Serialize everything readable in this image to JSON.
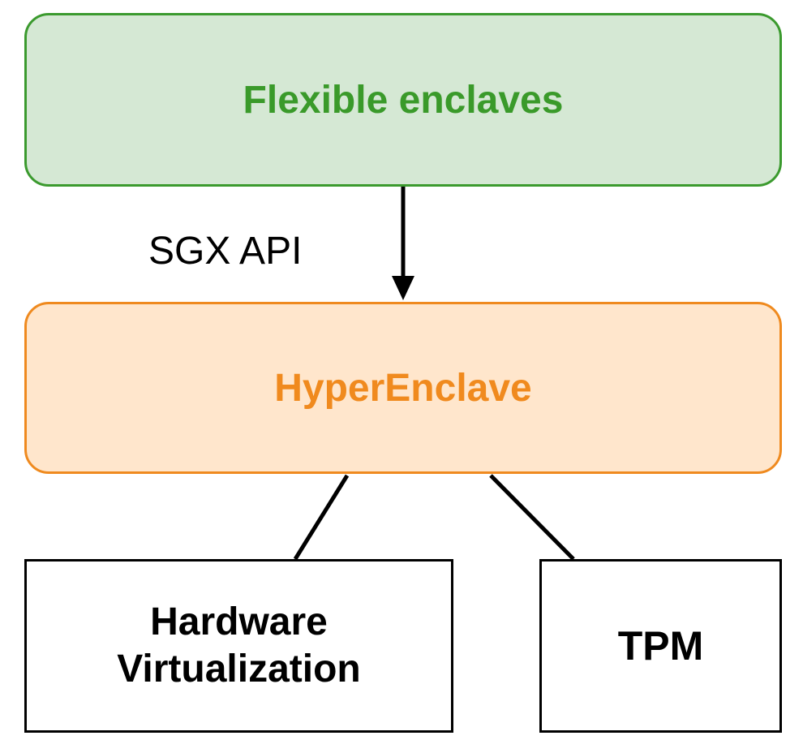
{
  "nodes": {
    "flexible": {
      "label": "Flexible enclaves"
    },
    "hyper": {
      "label": "HyperEnclave"
    },
    "hardware": {
      "line1": "Hardware",
      "line2": "Virtualization"
    },
    "tpm": {
      "label": "TPM"
    }
  },
  "edges": {
    "api_label": "SGX API"
  },
  "colors": {
    "flexible_fill": "#d5e8d4",
    "flexible_stroke": "#3b9a2e",
    "flexible_text": "#3a9a2a",
    "hyper_fill": "#ffe6cc",
    "hyper_stroke": "#ef8a1f",
    "hyper_text": "#f08a1e",
    "line": "#000000"
  }
}
